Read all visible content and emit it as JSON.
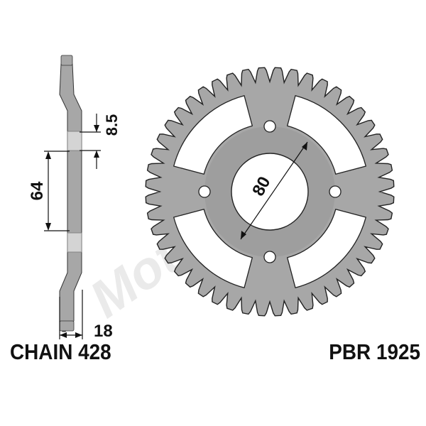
{
  "captions": {
    "chain": "CHAIN 428",
    "part_number": "PBR 1925"
  },
  "dimensions": {
    "offset": "8.5",
    "hub_height": "64",
    "thickness": "18",
    "bore_diameter": "80"
  },
  "sprocket": {
    "tooth_count": 48,
    "fill_color": "#a7a7a7",
    "shade_color": "#8e8e8e",
    "line_color": "#111111"
  },
  "watermark": {
    "text": "MotoMoto",
    "color": "#e3e3e3"
  }
}
